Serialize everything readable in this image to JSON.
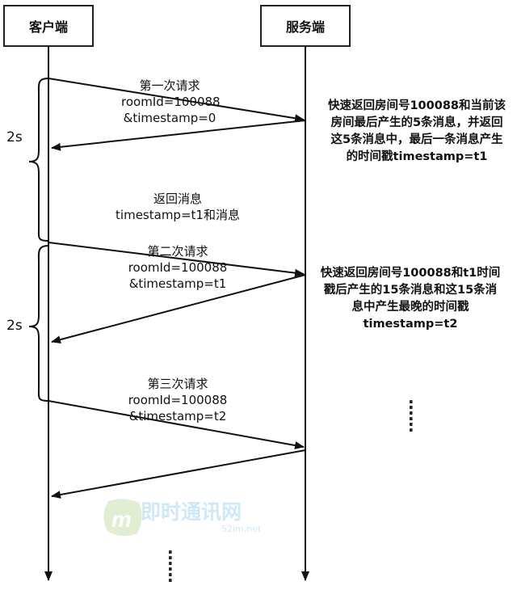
{
  "participants": {
    "client": "客户端",
    "server": "服务端"
  },
  "intervals": [
    "2s",
    "2s"
  ],
  "requests": [
    {
      "title": "第一次请求",
      "line1": "roomId=100088",
      "line2": "&timestamp=0"
    },
    {
      "title": "第二次请求",
      "line1": "roomId=100088",
      "line2": "&timestamp=t1"
    },
    {
      "title": "第三次请求",
      "line1": "roomId=100088",
      "line2": "&timestamp=t2"
    }
  ],
  "reply": {
    "title": "返回消息",
    "line1": "timestamp=t1和消息"
  },
  "notes": [
    [
      "快速返回房间号100088和当前该",
      "房间最后产生的5条消息，并返回",
      "这5条消息中，最后一条消息产生",
      "的时间戳timestamp=t1"
    ],
    [
      "快速返回房间号100088和t1时间",
      "戳后产生的15条消息和这15条消",
      "息中产生最晚的时间戳",
      "timestamp=t2"
    ]
  ],
  "continuation": "……",
  "watermark": {
    "title": "即时通讯网",
    "subtitle": "52im.net",
    "logo_letter": "m"
  }
}
